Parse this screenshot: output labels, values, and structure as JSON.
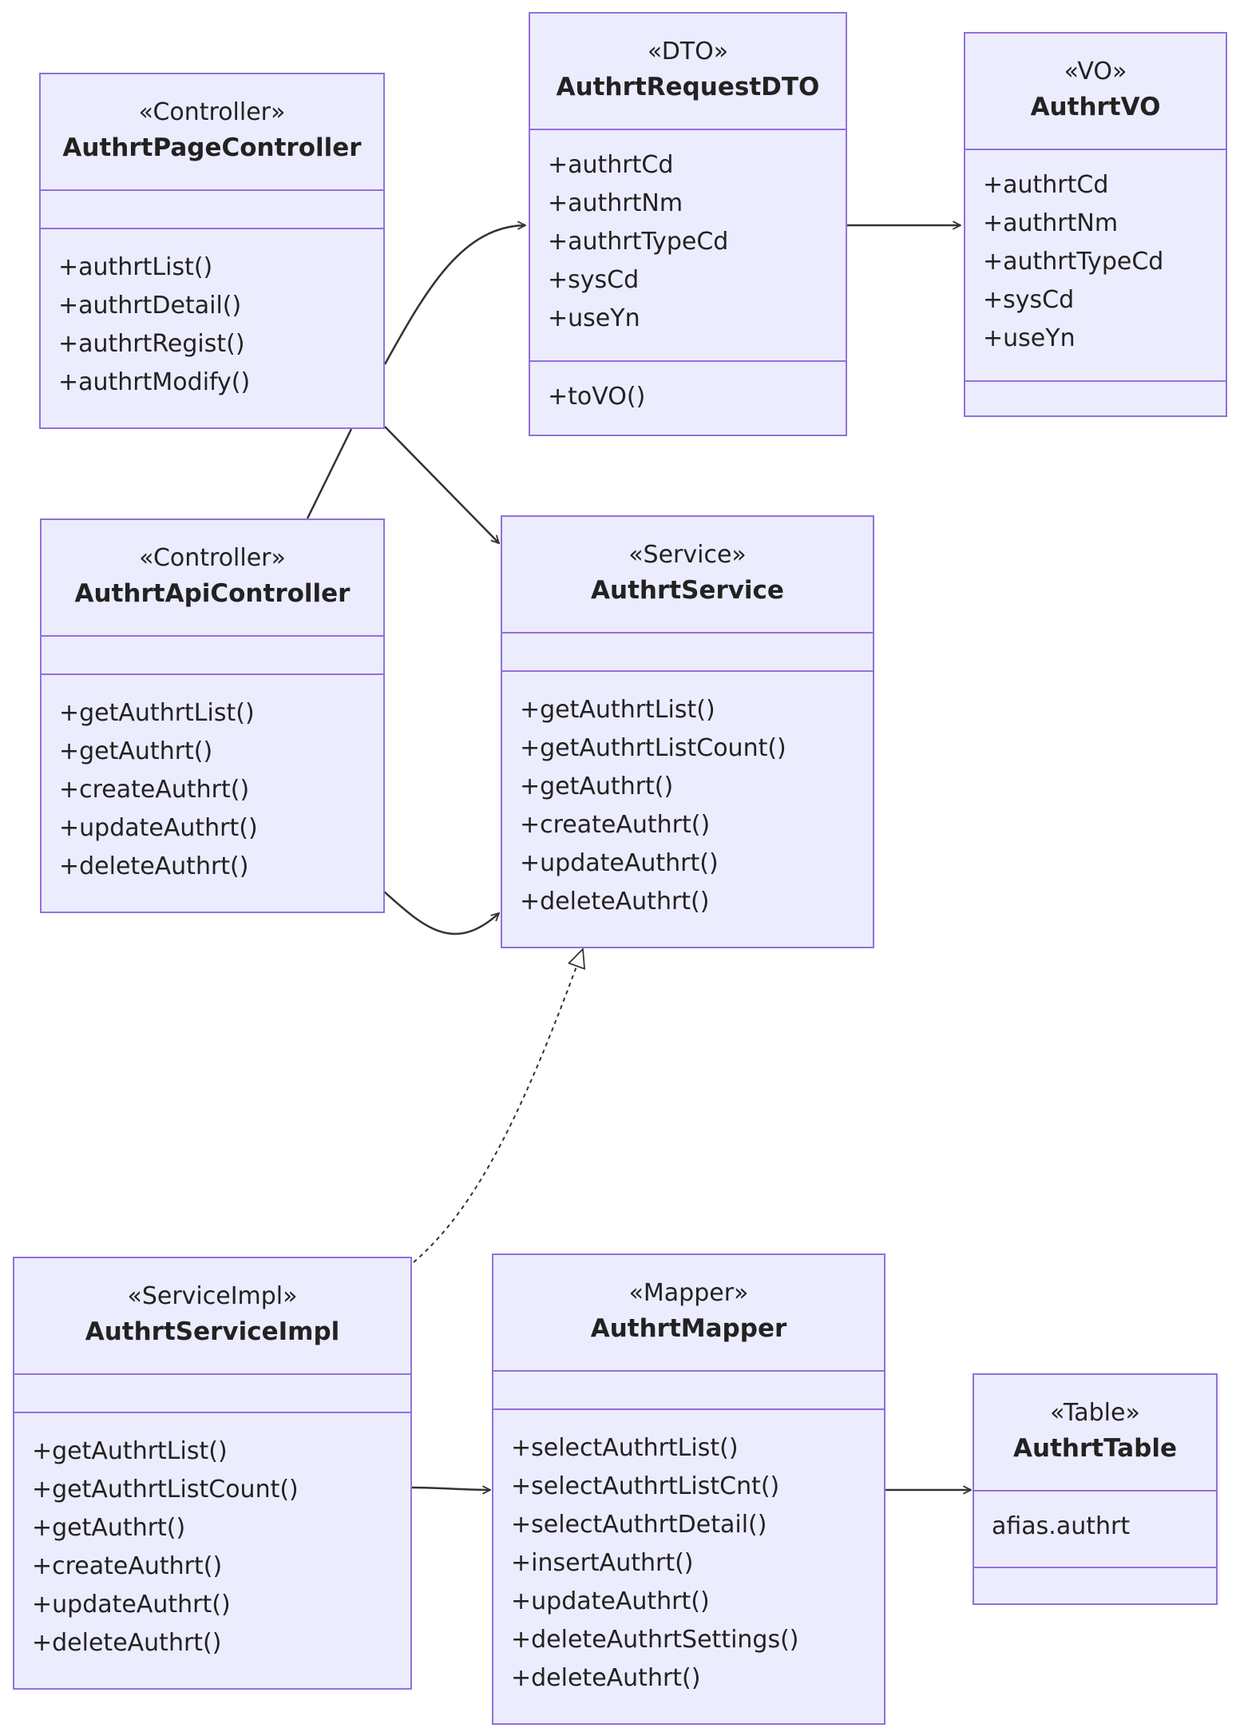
{
  "diagram": {
    "colors": {
      "class_fill": "#ececff",
      "class_border": "#9370db",
      "edge": "#333333",
      "text": "#222222"
    },
    "classes": {
      "page_controller": {
        "stereotype": "«Controller»",
        "name": "AuthrtPageController",
        "attributes": [],
        "methods": [
          "+authrtList()",
          "+authrtDetail()",
          "+authrtRegist()",
          "+authrtModify()"
        ]
      },
      "request_dto": {
        "stereotype": "«DTO»",
        "name": "AuthrtRequestDTO",
        "attributes": [
          "+authrtCd",
          "+authrtNm",
          "+authrtTypeCd",
          "+sysCd",
          "+useYn"
        ],
        "methods": [
          "+toVO()"
        ]
      },
      "vo": {
        "stereotype": "«VO»",
        "name": "AuthrtVO",
        "attributes": [
          "+authrtCd",
          "+authrtNm",
          "+authrtTypeCd",
          "+sysCd",
          "+useYn"
        ],
        "methods": []
      },
      "api_controller": {
        "stereotype": "«Controller»",
        "name": "AuthrtApiController",
        "attributes": [],
        "methods": [
          "+getAuthrtList()",
          "+getAuthrt()",
          "+createAuthrt()",
          "+updateAuthrt()",
          "+deleteAuthrt()"
        ]
      },
      "service": {
        "stereotype": "«Service»",
        "name": "AuthrtService",
        "attributes": [],
        "methods": [
          "+getAuthrtList()",
          "+getAuthrtListCount()",
          "+getAuthrt()",
          "+createAuthrt()",
          "+updateAuthrt()",
          "+deleteAuthrt()"
        ]
      },
      "service_impl": {
        "stereotype": "«ServiceImpl»",
        "name": "AuthrtServiceImpl",
        "attributes": [],
        "methods": [
          "+getAuthrtList()",
          "+getAuthrtListCount()",
          "+getAuthrt()",
          "+createAuthrt()",
          "+updateAuthrt()",
          "+deleteAuthrt()"
        ]
      },
      "mapper": {
        "stereotype": "«Mapper»",
        "name": "AuthrtMapper",
        "attributes": [],
        "methods": [
          "+selectAuthrtList()",
          "+selectAuthrtListCnt()",
          "+selectAuthrtDetail()",
          "+insertAuthrt()",
          "+updateAuthrt()",
          "+deleteAuthrtSettings()",
          "+deleteAuthrt()"
        ]
      },
      "table": {
        "stereotype": "«Table»",
        "name": "AuthrtTable",
        "attributes": [
          "afias.authrt"
        ],
        "methods": []
      }
    },
    "relations": [
      {
        "from": "page_controller",
        "to": "request_dto",
        "type": "association"
      },
      {
        "from": "request_dto",
        "to": "vo",
        "type": "association"
      },
      {
        "from": "page_controller",
        "to": "service",
        "type": "association"
      },
      {
        "from": "page_controller",
        "to": "api_controller",
        "type": "link"
      },
      {
        "from": "api_controller",
        "to": "service",
        "type": "association"
      },
      {
        "from": "service_impl",
        "to": "service",
        "type": "realization"
      },
      {
        "from": "service_impl",
        "to": "mapper",
        "type": "association"
      },
      {
        "from": "mapper",
        "to": "table",
        "type": "association"
      }
    ]
  }
}
